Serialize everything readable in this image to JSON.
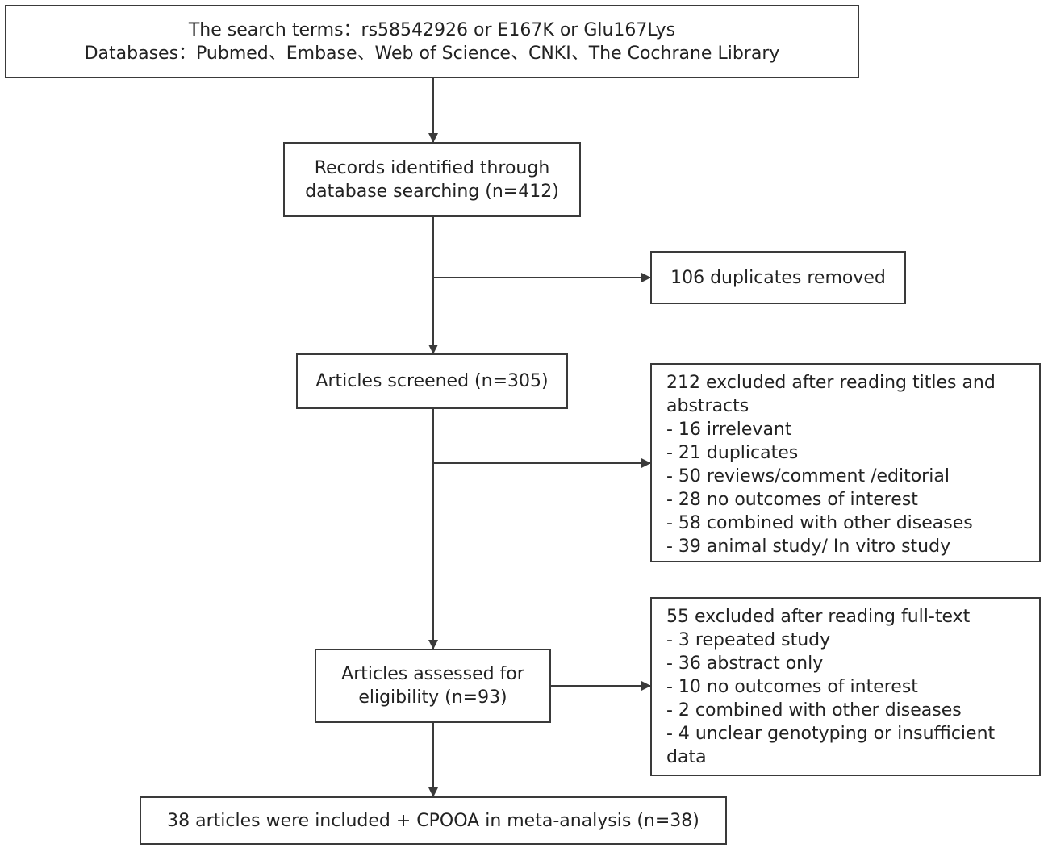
{
  "search_box": {
    "line1": "The search terms：rs58542926 or E167K or Glu167Lys",
    "line2": "Databases：Pubmed、Embase、Web of Science、CNKI、The Cochrane Library"
  },
  "identified_box": {
    "line1": "Records identified through",
    "line2": "database searching (n=412)"
  },
  "duplicates_box": {
    "line1": "106 duplicates removed"
  },
  "screened_box": {
    "line1": "Articles screened (n=305)"
  },
  "excluded_titles_box": {
    "heading": "212 excluded after reading titles and abstracts",
    "items": [
      "- 16 irrelevant",
      "- 21 duplicates",
      "- 50 reviews/comment /editorial",
      "- 28 no outcomes of interest",
      "- 58 combined with other diseases",
      "- 39 animal study/ In vitro study"
    ]
  },
  "eligibility_box": {
    "line1": "Articles assessed for",
    "line2": "eligibility (n=93)"
  },
  "excluded_fulltext_box": {
    "heading": "55 excluded after reading  full-text",
    "items": [
      "- 3 repeated study",
      "- 36 abstract only",
      "- 10 no outcomes of interest",
      "- 2 combined with other diseases",
      "- 4 unclear genotyping or insufficient data"
    ]
  },
  "included_box": {
    "line1": "38 articles were included + CPOOA in meta-analysis (n=38)"
  }
}
